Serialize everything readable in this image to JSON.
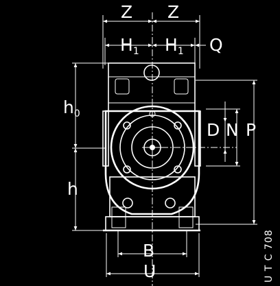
{
  "labels": {
    "z_left": "Z",
    "z_right": "Z",
    "h1_left": "H",
    "h1_left_sub": "1",
    "h1_right": "H",
    "h1_right_sub": "1",
    "q": "Q",
    "h0": "h",
    "h0_sub": "0",
    "h": "h",
    "d": "D",
    "n": "N",
    "p": "P",
    "b": "B",
    "u": "U"
  },
  "drawing_code": "U T C  708",
  "colors": {
    "background": "#000000",
    "lines": "#ffffff"
  }
}
